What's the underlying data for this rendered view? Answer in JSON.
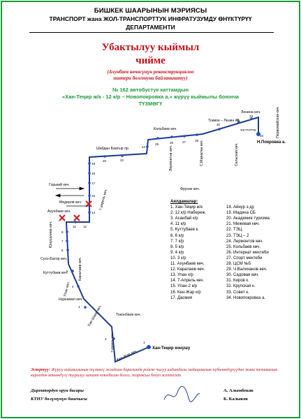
{
  "header": {
    "office": "БИШКЕК ШААРЫНЫН МЭРИЯСЫ",
    "department_line1": "ТРАНСПОРТ жана ЖОЛ-ТРАНСПОРТТУК ИНФРАТУЗУМДУ ӨНҮКТҮРҮҮ",
    "department_line2": "ДЕПАРТАМЕНТИ"
  },
  "title": {
    "line1": "Убактылуу кыймыл",
    "line2": "чийме",
    "reason_line1": "(Ахунбаев көчөсүнүн реконструкциялоо",
    "reason_line2": "иштери болгонуна байланыштуу)"
  },
  "route": {
    "line1": "№ 162  автобустук каттамдын",
    "line2": "«Хан-Теңир ж/к - 12 к/р – Новопокровка а.» жүрүү кыймылы боюнча",
    "line3": "ТҮЗМӨГҮ"
  },
  "map": {
    "streets": {
      "lenina": "Ленина көч.",
      "tokmok": "Токмок – Ленин пр.",
      "kolbaev": "Кольбаев көч.",
      "lermontov": "Лермонтов көч.",
      "manas": "С.Манасчы көч.",
      "selskaya": "Сельская көч.",
      "pervomai": "Первомайская көч.",
      "zhd": "ж/д.переезд",
      "shabdan": "Шабдан Баатыр пр.",
      "gorky": "Горький көч.",
      "medeov": "Медеров көч.",
      "akhunbaev": "Ахунбаев көч.",
      "aprel7": "7-апрель көч.",
      "frunze": "Фрунзе көч.",
      "yunusaliev": "Юнусалиев көч.",
      "sukhe": "Сухэ-Батор көч.",
      "karalaev": "Каралаев көч.",
      "kuttubaev": "Куттубаев көч.",
      "ulan": "Улан көч.",
      "nurkamal": "Нуркамал көч.",
      "tokonbaev": "Токонбаев көч.",
      "hanshaar": "Хан-Шаар көч.",
      "kenzhar": "Кен-Жар көч."
    },
    "terminal_start": "Хан-Теңир конушу",
    "terminal_end": "Н.Покровка а."
  },
  "stops": {
    "title": "Аялдамалар:",
    "left": [
      "1. Хан-Теңир ж/к",
      "2. 12 к/р Набереж.",
      "3. Асанбай к/р",
      "4. 11 к/р",
      "5. Куттубаев к.",
      "6. 6 к/р",
      "7. 7 к/р",
      "8. 5 к/р",
      "9. 4 к/р",
      "10. 3 к/р",
      "11. Ахунбаев көч.",
      "12. Каралаев көч.",
      "13. Улан к/р",
      "14. 7-Апрель көч.",
      "15. Улан-2 к/р",
      "16. Кен-Жар к/р",
      "17. Дасмия"
    ],
    "right": [
      "18. Айнур з-ду",
      "19. Мадина СБ",
      "20. Академия туризма",
      "21. Межевая көч.",
      "22. ТЭЦ",
      "23. ТЭЦ – 2",
      "24. Лермонтов көч.",
      "25. Кольбаев көч.",
      "26. Интернат мектеби",
      "27. Спорт мектеби",
      "28. ЦСМ №5",
      "29. Ч.Валиханов көч.",
      "30. Садовая көч.",
      "31. Киров к.",
      "32. Крупская к.",
      "33. Совет к.",
      "34. Новопокровка а."
    ]
  },
  "note": {
    "label": "Эскертүү:",
    "text": "Жүрүү кыймылынын түзмөгү жолдомо барагында рейске чыгуу алдындагы медициналык күбөлөндүрүүдөн жана техникалык кароодон өткөндүгү тууралуу штамп коюлбаган болсо, жараксыз болуп эсептелет."
  },
  "signatures": {
    "role1": "Директордун орун басары",
    "role2": "КТНУ бөлүмүнүн башчысы",
    "name1": "А. Алымбеков",
    "name2": "Б. Калыков"
  },
  "colors": {
    "title_red": "#c0101a",
    "route_green": "#1d9a3a",
    "stop_blue": "#1f4fbf",
    "closure_red": "#d01a1a",
    "border_green": "#1d9a3a"
  }
}
